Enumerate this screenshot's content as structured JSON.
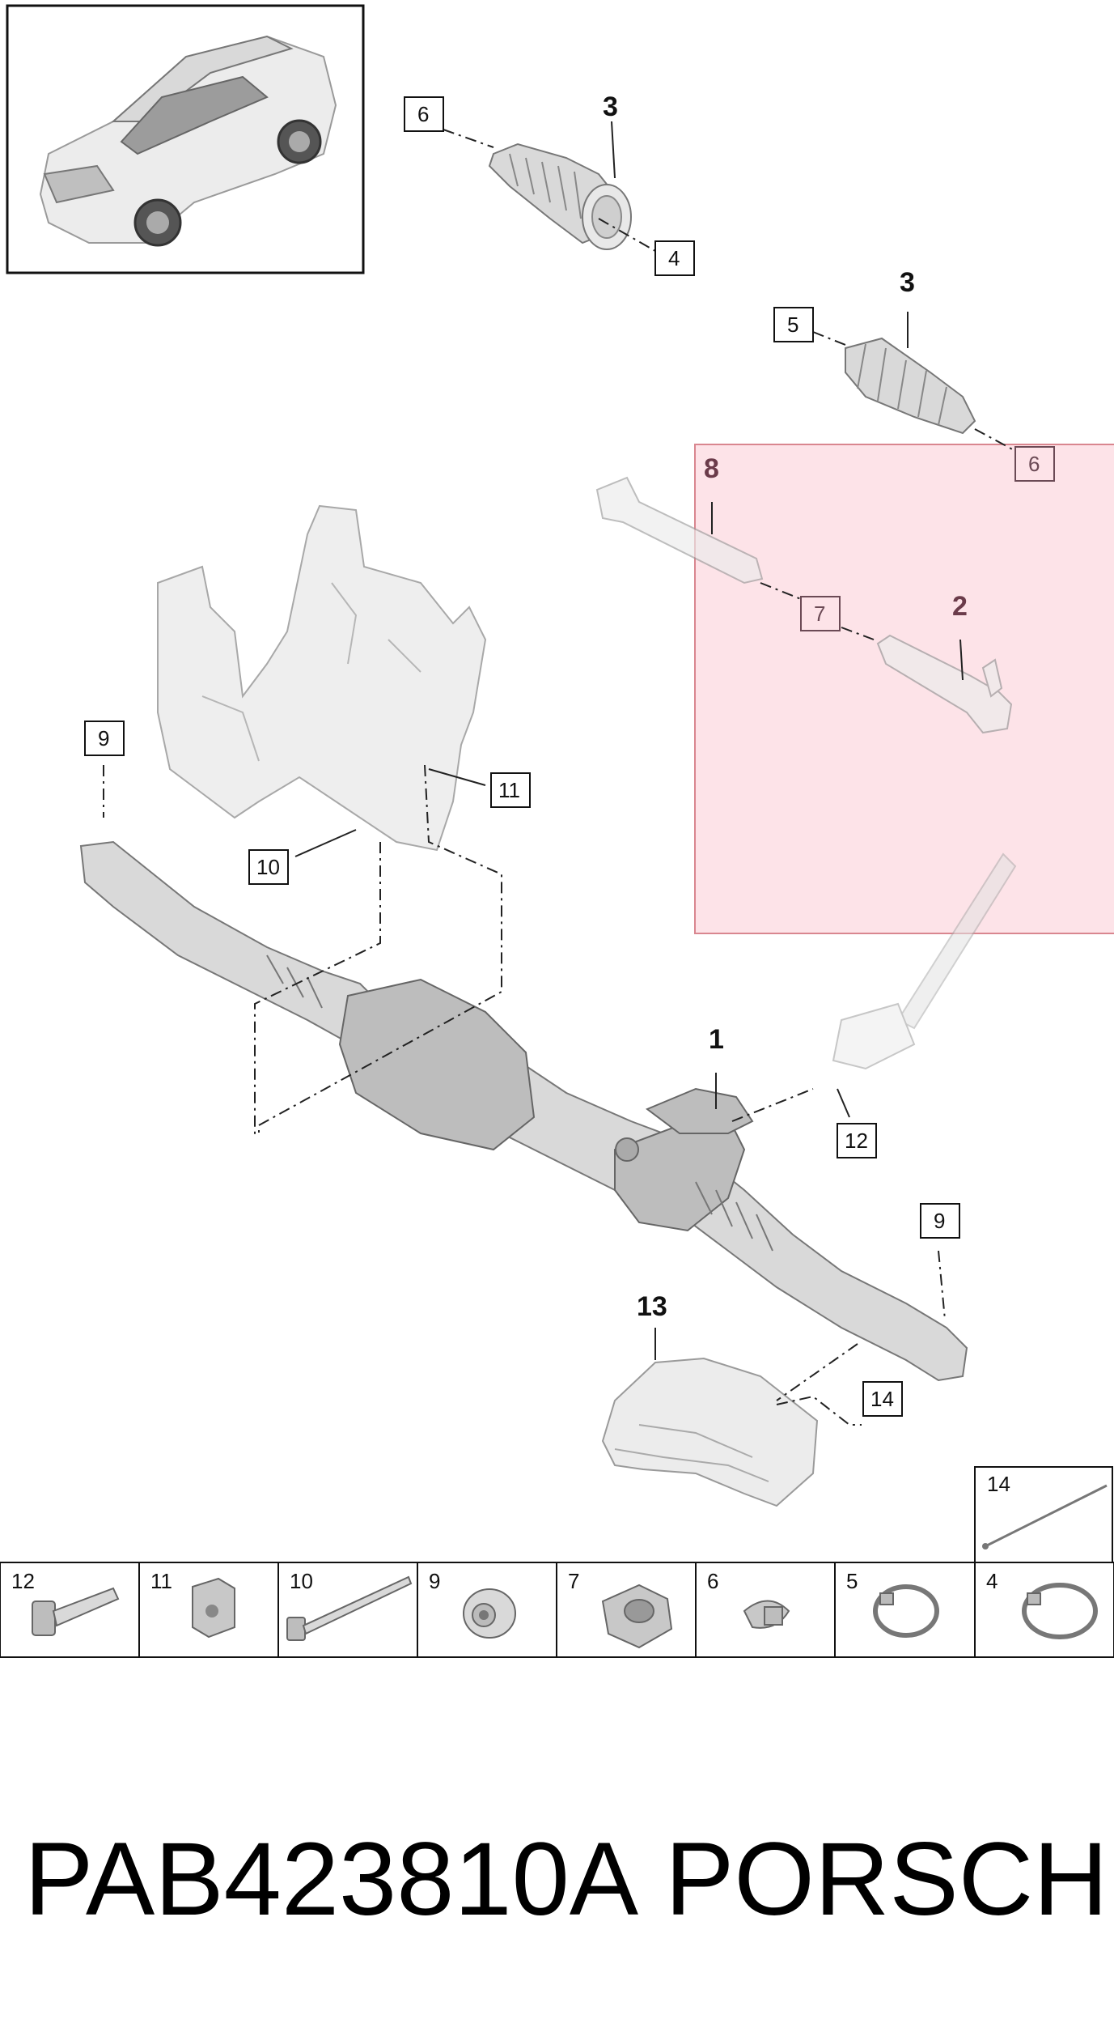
{
  "callouts_bold": [
    "3",
    "3",
    "8",
    "2",
    "1",
    "13"
  ],
  "callouts_boxed": [
    "6",
    "4",
    "5",
    "6",
    "7",
    "9",
    "11",
    "10",
    "12",
    "9",
    "14"
  ],
  "parts_row": [
    {
      "number": "12"
    },
    {
      "number": "11"
    },
    {
      "number": "10"
    },
    {
      "number": "9"
    },
    {
      "number": "7"
    },
    {
      "number": "6"
    },
    {
      "number": "5"
    },
    {
      "number": "4"
    }
  ],
  "extra_cell": {
    "number": "14"
  },
  "footer": {
    "part_number": "PAB423810A",
    "brand": "PORSCHE"
  },
  "highlight_color": "#fde3e8",
  "highlight_border": "#d9868f"
}
